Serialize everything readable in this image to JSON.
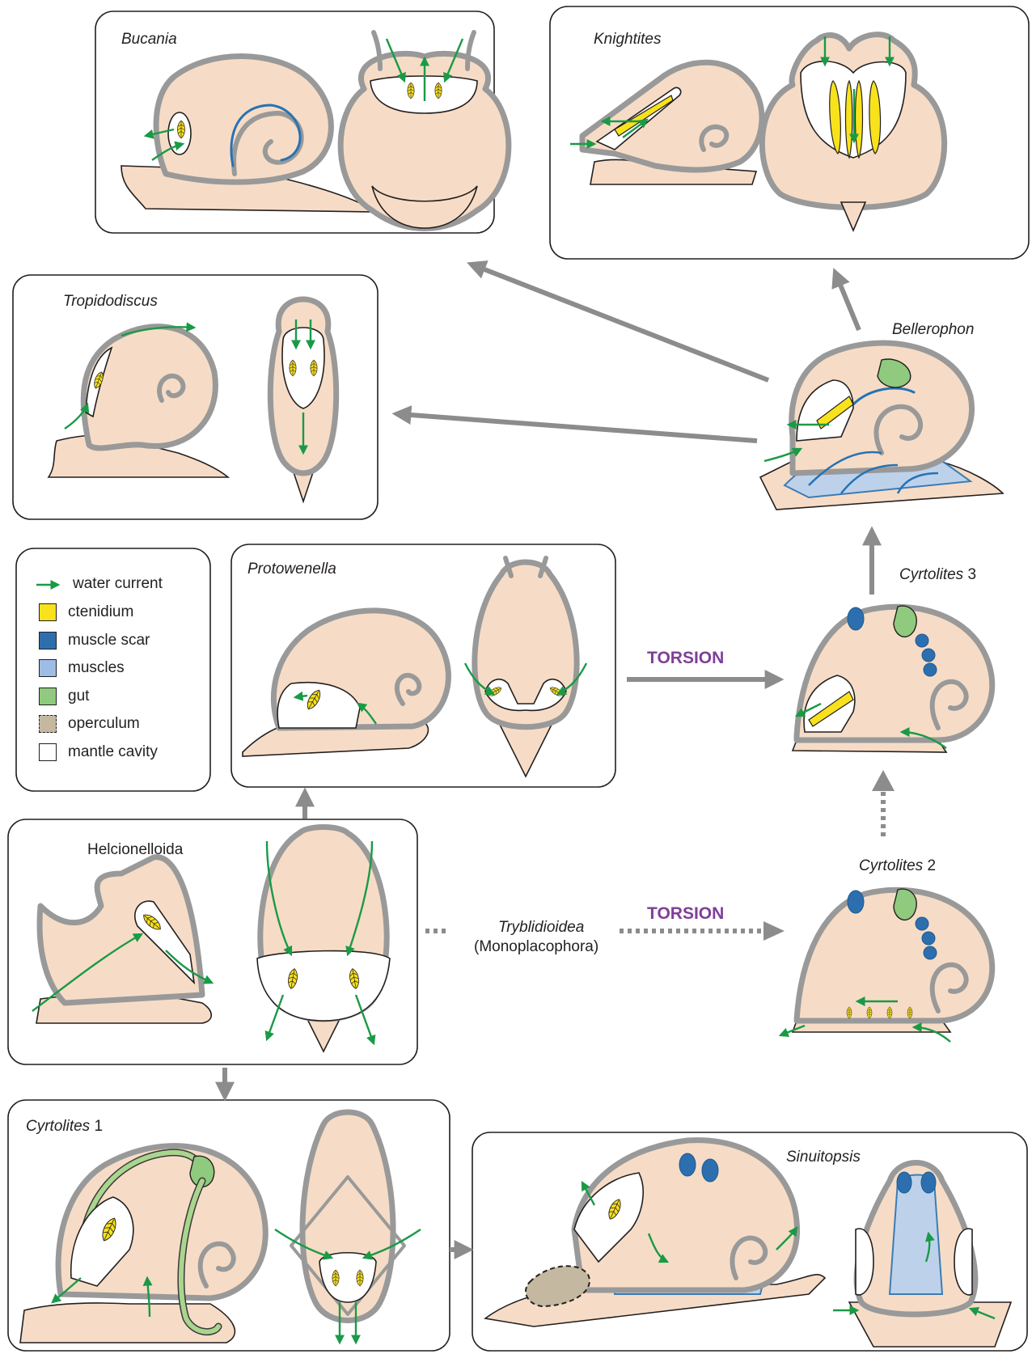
{
  "panels": {
    "bucania": {
      "title": "Bucania"
    },
    "knightites": {
      "title": "Knightites"
    },
    "tropidodiscus": {
      "title": "Tropidodiscus"
    },
    "bellerophon": {
      "title": "Bellerophon"
    },
    "protowenella": {
      "title": "Protowenella"
    },
    "cyrtolites3": {
      "title": "Cyrtolites",
      "suffix": " 3"
    },
    "helcionelloida": {
      "title": "Helcionelloida"
    },
    "cyrtolites2": {
      "title": "Cyrtolites",
      "suffix": " 2"
    },
    "cyrtolites1": {
      "title": "Cyrtolites",
      "suffix": " 1"
    },
    "sinuitopsis": {
      "title": "Sinuitopsis"
    }
  },
  "labels": {
    "torsion_top": "TORSION",
    "torsion_bottom": "TORSION",
    "tryblidioidea": "Tryblidioidea",
    "monoplacophora": "(Monoplacophora)"
  },
  "legend": {
    "items": [
      {
        "label": "water current",
        "color": "#1a9a46",
        "kind": "arrow"
      },
      {
        "label": "ctenidium",
        "color": "#f8e21c",
        "kind": "swatch"
      },
      {
        "label": "muscle scar",
        "color": "#2d6fae",
        "kind": "swatch"
      },
      {
        "label": "muscles",
        "color": "#9dbde6",
        "kind": "swatch"
      },
      {
        "label": "gut",
        "color": "#8fca7e",
        "kind": "swatch"
      },
      {
        "label": "operculum",
        "color": "#c4b8a0",
        "kind": "dashed-swatch"
      },
      {
        "label": "mantle cavity",
        "color": "#ffffff",
        "kind": "swatch"
      }
    ]
  },
  "colors": {
    "shell_fill": "#f6dcc6",
    "shell_outline": "#999999",
    "arrow_gray": "#8c8c8c",
    "torsion_purple": "#7e3f98",
    "current_green": "#1a9a46"
  }
}
